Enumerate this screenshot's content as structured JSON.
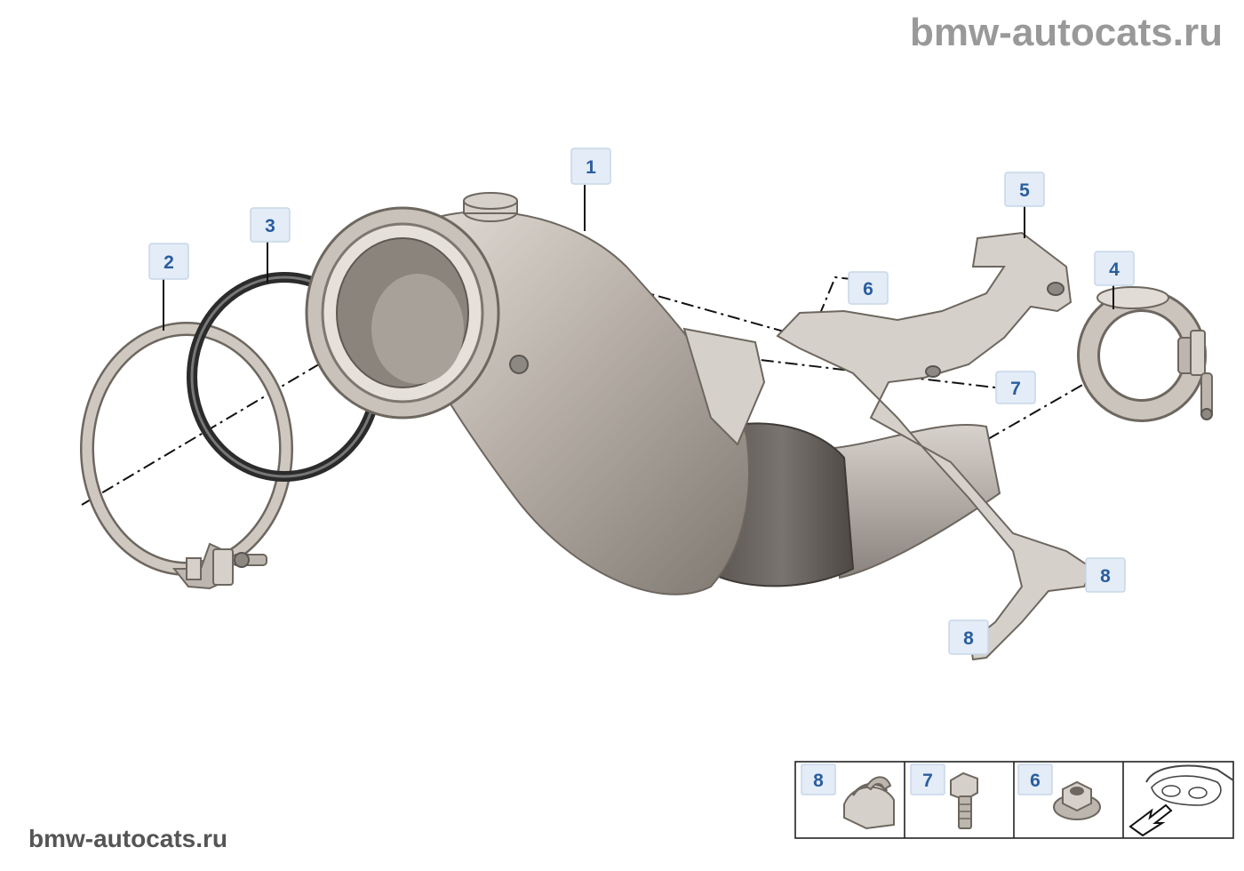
{
  "watermark": {
    "top": "bmw-autocats.ru",
    "bottom": "bmw-autocats.ru"
  },
  "callouts": [
    {
      "id": "callout-1",
      "label": "1"
    },
    {
      "id": "callout-2",
      "label": "2"
    },
    {
      "id": "callout-3",
      "label": "3"
    },
    {
      "id": "callout-4",
      "label": "4"
    },
    {
      "id": "callout-5",
      "label": "5"
    },
    {
      "id": "callout-6",
      "label": "6"
    },
    {
      "id": "callout-7",
      "label": "7"
    },
    {
      "id": "callout-8a",
      "label": "8"
    },
    {
      "id": "callout-8b",
      "label": "8"
    }
  ],
  "legend": {
    "items": [
      {
        "label": "8",
        "icon": "clip-nut-icon"
      },
      {
        "label": "7",
        "icon": "hex-bolt-icon"
      },
      {
        "label": "6",
        "icon": "flange-nut-icon"
      },
      {
        "label": "",
        "icon": "vehicle-location-icon"
      }
    ]
  },
  "colors": {
    "callout_fill": "#e3ecf7",
    "callout_text": "#2a5d9e",
    "metal": "#bdb6ae",
    "watermark": "#999999"
  }
}
